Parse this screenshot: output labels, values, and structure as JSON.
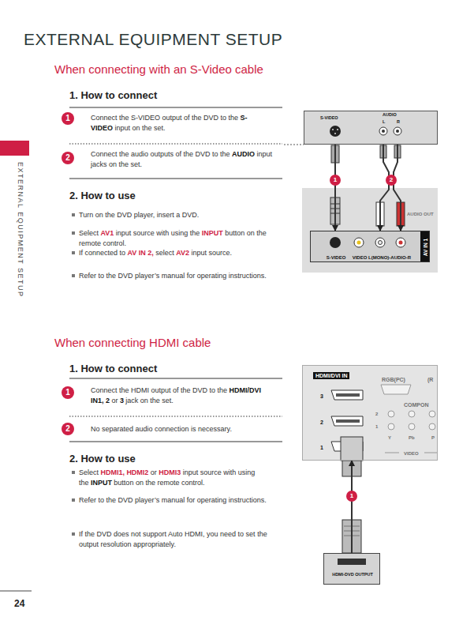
{
  "diagram": {
    "title": "EXTERNAL EQUIPMENT SETUP",
    "nodes": [
      {
        "text": [
          "S-VIDEO",
          "AUDIO",
          "L",
          "R"
        ]
      },
      {
        "text": [
          "S-VIDEO",
          "VIDEO",
          "L(MONO)-AUDIO-R",
          "AV IN 1"
        ]
      },
      {
        "text": [
          "HDMI/DVI IN",
          "3",
          "2",
          "1",
          "RGB(PC)",
          "(R",
          "COMPON",
          "2",
          "1",
          "Y",
          "Pb",
          "P",
          "VIDEO"
        ]
      },
      {
        "text": [
          "HDMI-DVD OUTPUT"
        ]
      }
    ],
    "edges": [
      {
        "from": 0,
        "to": 1,
        "arrow": "to",
        "label": "1"
      },
      {
        "from": 0,
        "to": 1,
        "arrow": "to",
        "label": "2"
      },
      {
        "from": 3,
        "to": 2,
        "arrow": "to",
        "label": "1"
      }
    ],
    "labels": [
      "EXTERNAL EQUIPMENT SETUP",
      "When connecting with an S-Video cable",
      "1. How to connect",
      "1",
      "Connect the S-VIDEO output of the DVD to the",
      "S-VIDEO",
      "input on the set.",
      "2",
      "Connect the audio outputs of the DVD to the",
      "AUDIO",
      "input jacks on the set.",
      "2. How to use",
      "Turn on the DVD player, insert a DVD.",
      "Select",
      "AV1",
      "input source with using the",
      "INPUT",
      "button on the remote control.",
      "If connected to",
      "AV IN 2,",
      "select",
      "AV2",
      "input source.",
      "Refer to the DVD player’s manual for operating instructions.",
      "AUDIO OUT",
      "When connecting HDMI cable",
      "1. How to connect",
      "1",
      "Connect the HDMI output of the DVD to the",
      "HDMI/DVI IN1, 2",
      "or",
      "3",
      "jack on the set.",
      "2",
      "No separated audio connection is necessary.",
      "2. How to use",
      "Select",
      "HDMI1,",
      "HDMI2",
      "or",
      "HDMI3",
      "input source with using the",
      "INPUT",
      "button on the remote control.",
      "Refer to the DVD player’s manual for operating instructions.",
      "If the DVD does not support Auto HDMI, you need to set the output resolution appropriately.",
      "24"
    ]
  }
}
